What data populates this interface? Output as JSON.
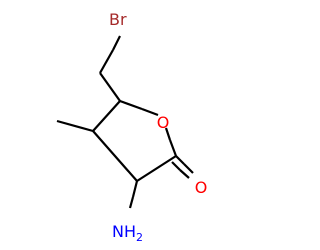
{
  "molecule": {
    "atoms": {
      "bromine": {
        "label": "Br",
        "color": "#A52A2A"
      },
      "ring_oxygen": {
        "label": "O",
        "color": "#FF0000"
      },
      "carbonyl_oxygen": {
        "label": "O",
        "color": "#FF0000"
      },
      "amino": {
        "label": "NH",
        "subscript": "2",
        "color": "#0000FF"
      }
    },
    "bond_color": "#000000",
    "background": "#FFFFFF"
  }
}
